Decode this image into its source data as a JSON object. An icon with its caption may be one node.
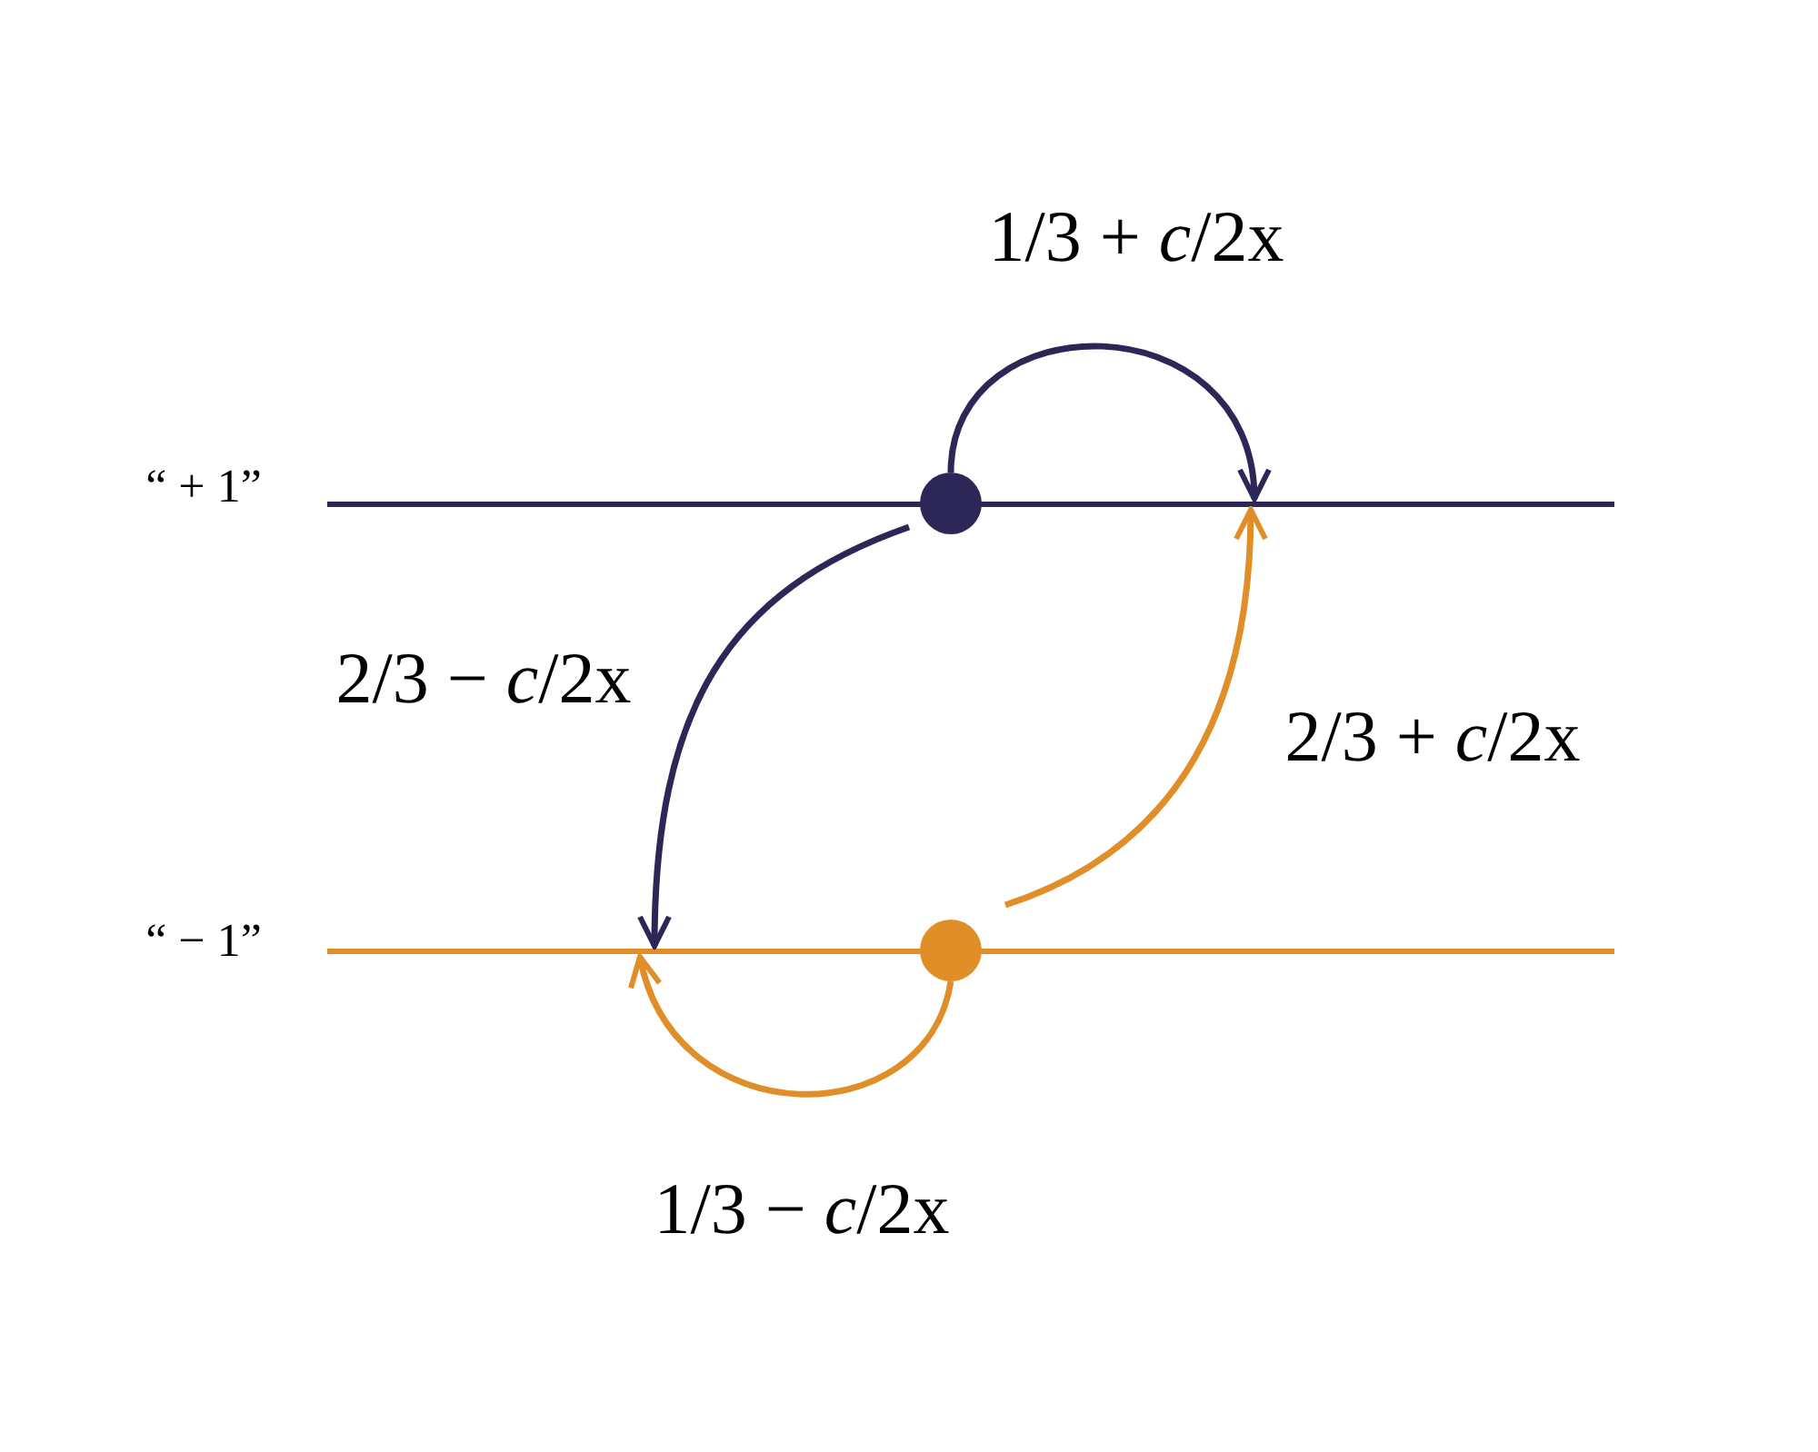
{
  "diagram": {
    "nodes": [
      {
        "text": [],
        "shape": "bar",
        "beside": [
          "“ + 1”"
        ]
      },
      {
        "text": [],
        "shape": "circle"
      },
      {
        "text": [],
        "shape": "bar",
        "beside": [
          "“ − 1”"
        ]
      },
      {
        "text": [],
        "shape": "circle"
      }
    ],
    "edges": [
      {
        "from": 1,
        "to": 0,
        "arrow": "to",
        "label": "1/3 + *c*/2x",
        "color": "#2d2757"
      },
      {
        "from": 1,
        "to": 2,
        "arrow": "to",
        "label": "2/3 − *c*/2x",
        "color": "#2d2757"
      },
      {
        "from": 3,
        "to": 0,
        "arrow": "to",
        "label": "2/3 + *c*/2x",
        "color": "#e08f28"
      },
      {
        "from": 3,
        "to": 2,
        "arrow": "to",
        "label": "1/3 − *c*/2x",
        "color": "#e08f28"
      }
    ]
  }
}
